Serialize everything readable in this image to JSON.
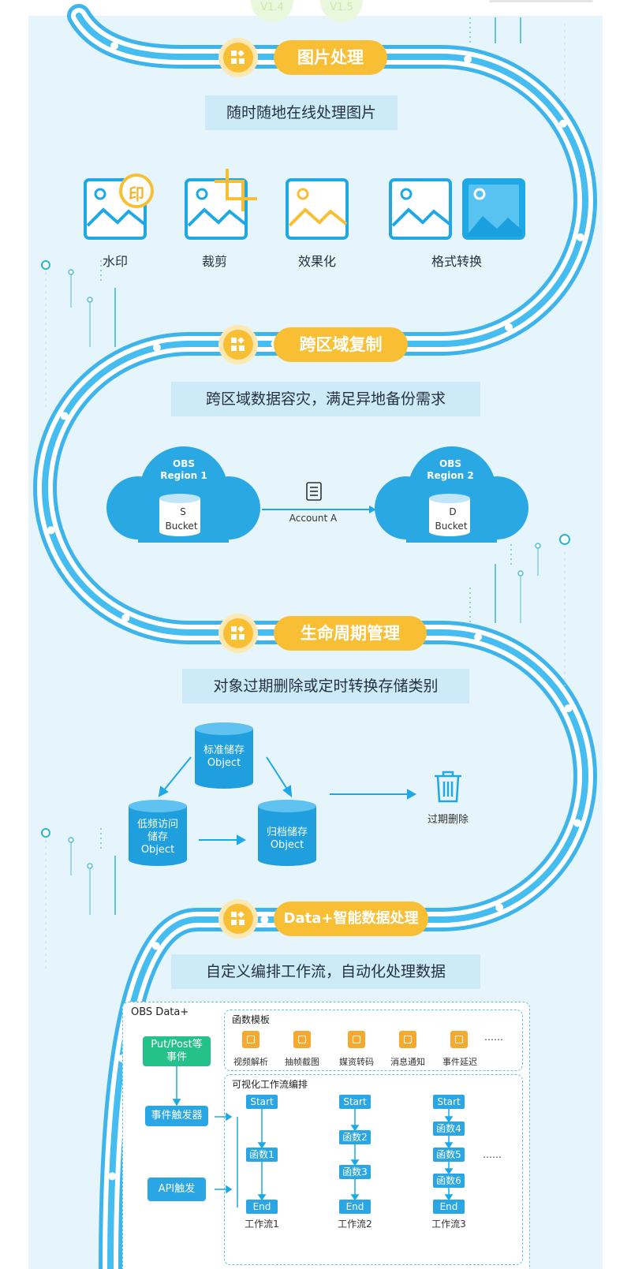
{
  "sections": [
    {
      "title": "图片处理",
      "subtitle": "随时随地在线处理图片"
    },
    {
      "title": "跨区域复制",
      "subtitle": "跨区域数据容灾，满足异地备份需求"
    },
    {
      "title": "生命周期管理",
      "subtitle": "对象过期删除或定时转换存储类别"
    },
    {
      "title": "Data+智能数据处理",
      "subtitle": "自定义编排工作流，自动化处理数据"
    }
  ],
  "image_processing": {
    "items": [
      "水印",
      "裁剪",
      "效果化",
      "格式转换"
    ],
    "watermark_badge": "印"
  },
  "replication": {
    "source": {
      "line1": "OBS",
      "line2": "Region 1",
      "bucket_letter": "S",
      "bucket_label": "Bucket"
    },
    "target": {
      "line1": "OBS",
      "line2": "Region 2",
      "bucket_letter": "D",
      "bucket_label": "Bucket"
    },
    "account": "Account A"
  },
  "lifecycle": {
    "standard": [
      "标准储存",
      "Object"
    ],
    "infrequent": [
      "低频访问",
      "储存",
      "Object"
    ],
    "archive": [
      "归档储存",
      "Object"
    ],
    "delete": "过期删除"
  },
  "dataplus": {
    "panel_title": "OBS Data+",
    "template_title": "函数模板",
    "templates": [
      "视频解析",
      "抽帧截图",
      "媒资转码",
      "消息通知",
      "事件延迟"
    ],
    "more": "……",
    "workflow_title": "可视化工作流编排",
    "triggers": [
      "Put/Post等\n事件",
      "事件触发器",
      "API触发"
    ],
    "workflows": [
      {
        "name": "工作流1",
        "nodes": [
          "Start",
          "函数1",
          "End"
        ]
      },
      {
        "name": "工作流2",
        "nodes": [
          "Start",
          "函数2",
          "函数3",
          "End"
        ]
      },
      {
        "name": "工作流3",
        "nodes": [
          "Start",
          "函数4",
          "函数5",
          "函数6",
          "End"
        ]
      }
    ]
  },
  "top_fragments": [
    "V1.4",
    "V1.5"
  ]
}
